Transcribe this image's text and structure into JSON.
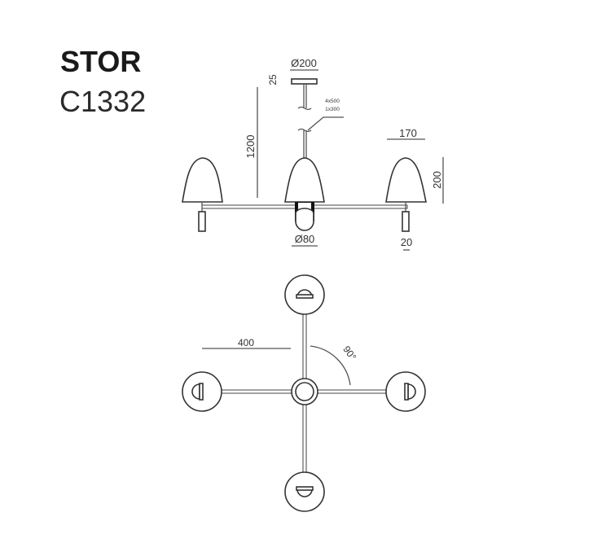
{
  "product": {
    "name": "STOR",
    "code": "C1332"
  },
  "elevation": {
    "canopy_diameter": "Ø200",
    "canopy_height": "25",
    "overall_height": "1200",
    "cable_length_1": "4x500",
    "cable_length_2": "1x300",
    "shade_width": "170",
    "shade_height": "200",
    "center_diameter": "Ø80",
    "tube_diameter": "20"
  },
  "plan": {
    "arm_length": "400",
    "angle": "90°"
  },
  "colors": {
    "line": "#333333",
    "fill": "#ffffff"
  }
}
